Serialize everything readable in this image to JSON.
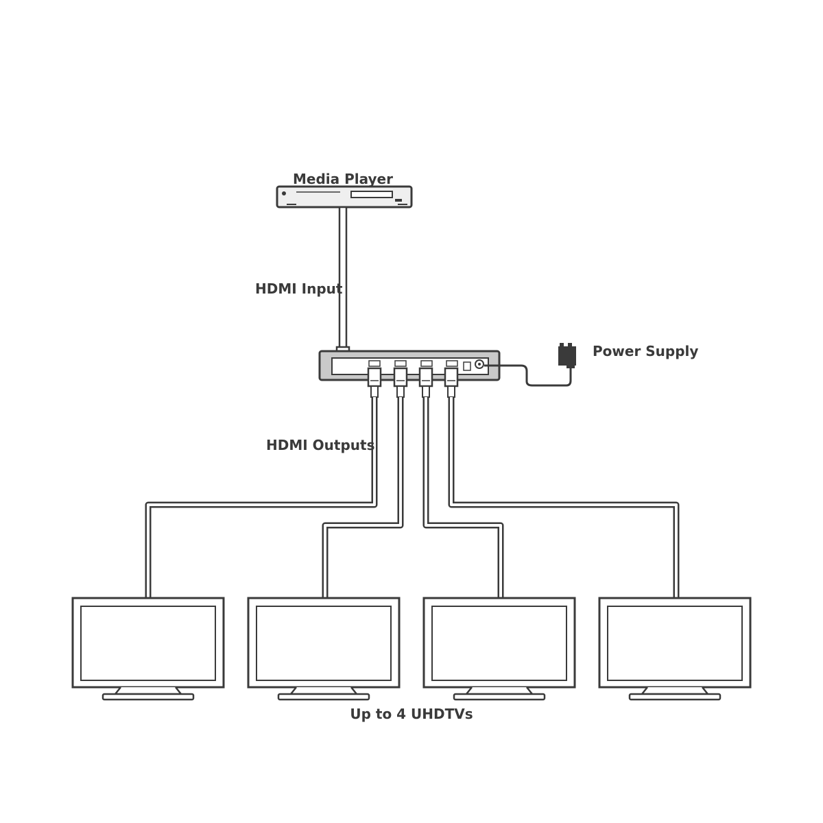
{
  "labels": {
    "media_player": "Media Player",
    "hdmi_input": "HDMI Input",
    "power_supply": "Power Supply",
    "hdmi_outputs": "HDMI Outputs",
    "displays": "Up to 4 UHDTVs"
  },
  "colors": {
    "outline": "#3a3a3a",
    "device_fill": "#efefef",
    "device_body": "#c9c9c9",
    "cable_fill": "#ffffff",
    "background": "#ffffff"
  }
}
